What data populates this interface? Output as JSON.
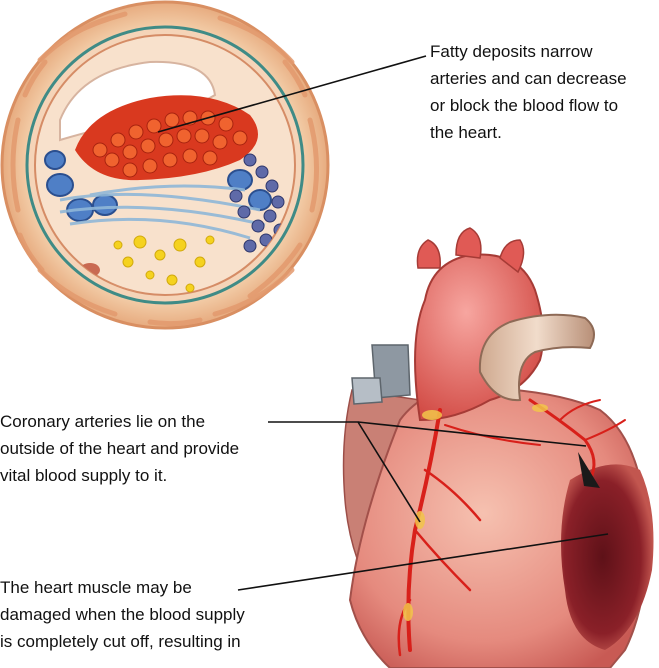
{
  "labels": {
    "fatty_deposits": [
      "Fatty deposits narrow",
      "arteries and can decrease",
      "or block the blood flow to",
      "the heart."
    ],
    "coronary_arteries": [
      "Coronary arteries lie on the",
      "outside of the heart and provide",
      "vital blood supply to it."
    ],
    "heart_muscle": [
      "The heart muscle may be",
      "damaged when the blood supply",
      "is completely cut off, resulting in"
    ]
  },
  "colors": {
    "artery_wall_outer": "#f2c9a0",
    "artery_wall_muscle": "#e9a57a",
    "fatty_deposit": "#d9391f",
    "heart_muscle": "#e9918a",
    "aorta": "#e2615a",
    "damaged_area": "#7a1c22",
    "vessels": "#d8201a"
  }
}
